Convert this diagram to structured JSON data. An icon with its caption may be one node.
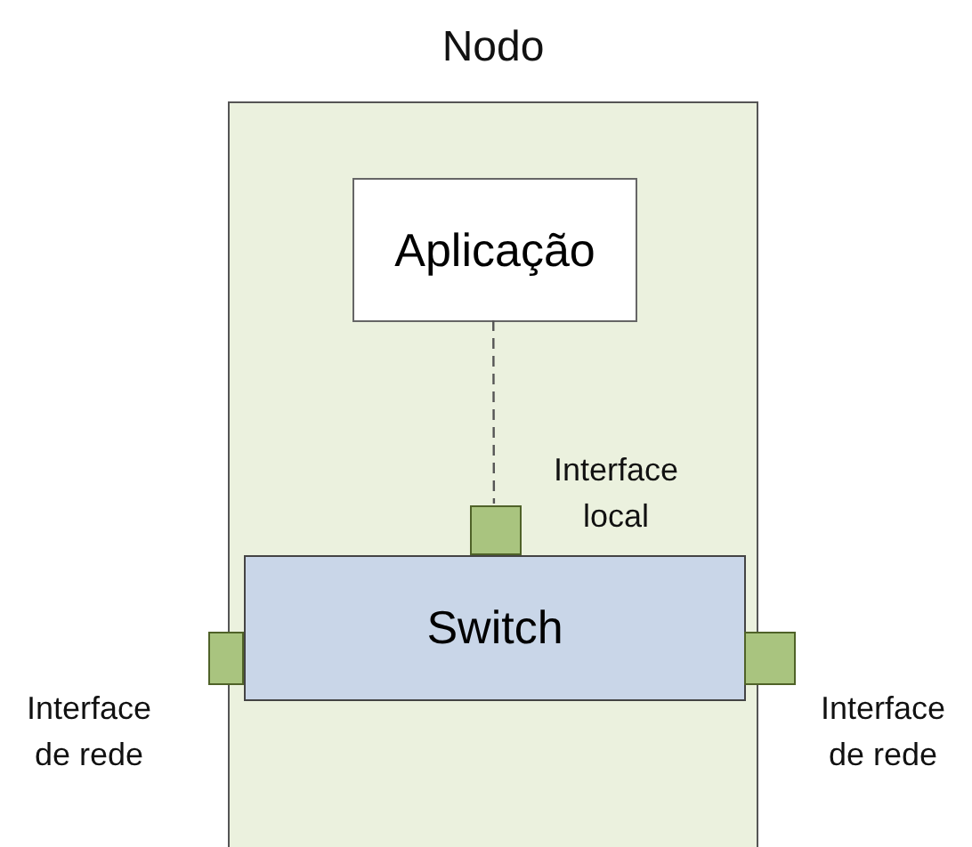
{
  "diagram": {
    "nodes": [
      {
        "text": [
          "Nodo"
        ]
      },
      {
        "text": [
          "Aplicação"
        ],
        "in": 0
      },
      {
        "text": [],
        "shape": "box",
        "beside": [
          "Interface local"
        ],
        "in": 0
      },
      {
        "text": [
          "Switch"
        ],
        "in": 0
      },
      {
        "text": [],
        "shape": "box",
        "beside": [
          "Interface de rede"
        ]
      },
      {
        "text": [],
        "shape": "box",
        "beside": [
          "Interface de rede"
        ]
      }
    ],
    "edges": [
      {
        "from": 1,
        "to": 2,
        "arrow": "none",
        "style": "dashed"
      }
    ]
  }
}
